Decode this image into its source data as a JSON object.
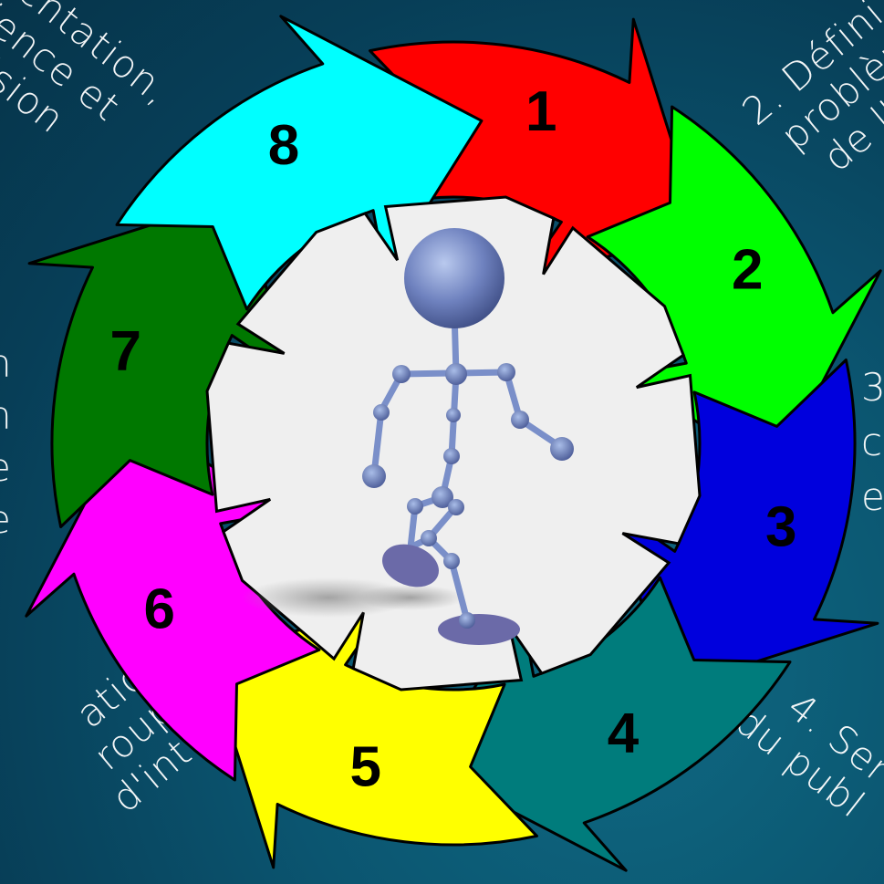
{
  "diagram": {
    "steps": [
      {
        "number": "1",
        "color": "#ff0000"
      },
      {
        "number": "2",
        "color": "#00ff00"
      },
      {
        "number": "3",
        "color": "#0000dd"
      },
      {
        "number": "4",
        "color": "#007c7c"
      },
      {
        "number": "5",
        "color": "#ffff00"
      },
      {
        "number": "6",
        "color": "#ff00ff"
      },
      {
        "number": "7",
        "color": "#007800"
      },
      {
        "number": "8",
        "color": "#00ffff"
      }
    ],
    "labels": {
      "top_left": [
        "entation,",
        "rience et",
        "évision"
      ],
      "top_right": [
        "2. Défini",
        "problèm",
        "de l'é"
      ],
      "right": [
        "3",
        "c",
        "e"
      ],
      "bottom_right": [
        "4. Ser",
        "du publ"
      ],
      "bottom_left": [
        "ation",
        "roupes",
        "d'intérêt"
      ],
      "left": [
        "n",
        "n",
        "e",
        "e"
      ]
    },
    "center_figure": "walking-stick-figure",
    "inner_circle_color": "#efefef",
    "background_color": "#0b5570"
  }
}
